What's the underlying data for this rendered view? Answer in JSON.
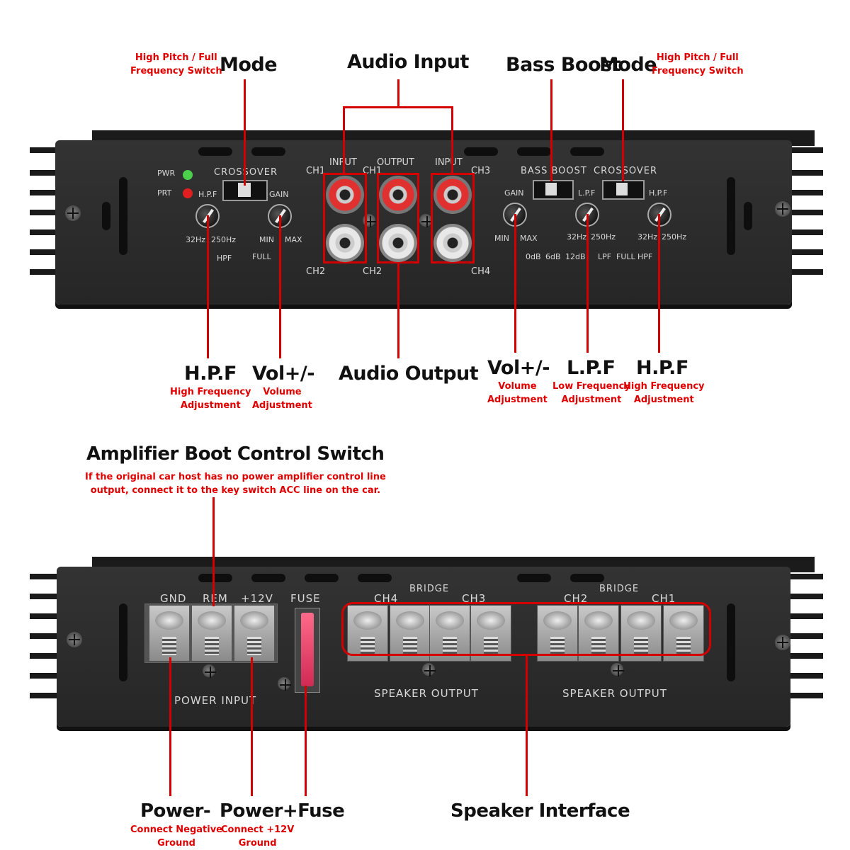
{
  "colors": {
    "annotation": "#d40000",
    "panel": "#2a2a2a",
    "text": "#111111"
  },
  "top": {
    "labels": {
      "mode_left": "Mode",
      "mode_left_sub": "High Pitch / Full\nFrequency Switch",
      "audio_input": "Audio Input",
      "bass_boost": "Bass Boost",
      "mode_right": "Mode",
      "mode_right_sub": "High Pitch / Full\nFrequency Switch",
      "hpf_left": "H.P.F",
      "hpf_left_sub": "High Frequency\nAdjustment",
      "vol_left": "Vol+/-",
      "vol_left_sub": "Volume\nAdjustment",
      "audio_output": "Audio Output",
      "vol_right": "Vol+/-",
      "vol_right_sub": "Volume\nAdjustment",
      "lpf": "L.P.F",
      "lpf_sub": "Low Frequency\nAdjustment",
      "hpf_right": "H.P.F",
      "hpf_right_sub": "High Frequency\nAdjustment"
    },
    "panel": {
      "pwr": "PWR",
      "prt": "PRT",
      "crossover": "CROSSOVER",
      "hpf_small": "H.P.F",
      "gain": "GAIN",
      "hz32": "32Hz",
      "hz250": "250Hz",
      "hpf": "HPF",
      "min": "MIN",
      "max": "MAX",
      "full": "FULL",
      "ch1a": "CH1",
      "input_a": "INPUT",
      "ch1b": "CH1",
      "output": "OUTPUT",
      "input_b": "INPUT",
      "ch3": "CH3",
      "ch2a": "CH2",
      "ch2b": "CH2",
      "ch4": "CH4",
      "bass_boost": "BASS BOOST",
      "crossover_r": "CROSSOVER",
      "gain_r": "GAIN",
      "lpf_small": "L.P.F",
      "hpf_small_r": "H.P.F",
      "min_r": "MIN",
      "max_r": "MAX",
      "db0": "0dB",
      "db6": "6dB",
      "db12": "12dB",
      "hz32_r": "32Hz",
      "hz250_r": "250Hz",
      "hz32_r2": "32Hz",
      "hz250_r2": "250Hz",
      "lpf_pos": "LPF",
      "full_pos": "FULL",
      "hpf_pos": "HPF"
    }
  },
  "bottom": {
    "labels": {
      "boot_title": "Amplifier Boot Control Switch",
      "boot_sub": "If the original car host has no power amplifier control line\noutput, connect it to the key switch ACC line on the car.",
      "power_minus": "Power-",
      "power_minus_sub": "Connect Negative\nGround",
      "power_plus": "Power+Fuse",
      "power_plus_sub": "Connect +12V\nGround",
      "speaker_interface": "Speaker Interface"
    },
    "panel": {
      "gnd": "GND",
      "rem": "REM",
      "v12": "+12V",
      "fuse": "FUSE",
      "bridge_a": "BRIDGE",
      "ch4": "CH4",
      "ch3": "CH3",
      "bridge_b": "BRIDGE",
      "ch2": "CH2",
      "ch1": "CH1",
      "power_input": "POWER INPUT",
      "speaker_output_a": "SPEAKER OUTPUT",
      "speaker_output_b": "SPEAKER OUTPUT"
    }
  }
}
